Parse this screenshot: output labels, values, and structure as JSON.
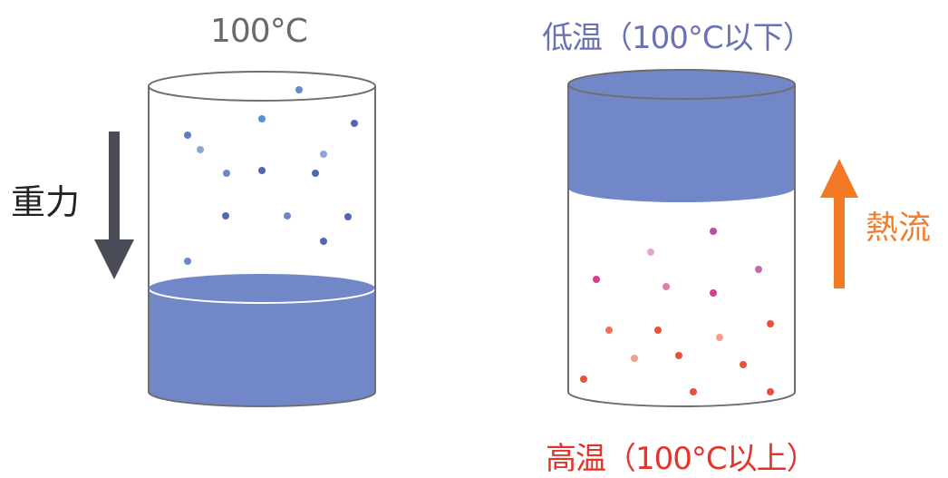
{
  "left_cylinder": {
    "title": "100°C"
  },
  "right_cylinder": {
    "top_label": "低温（100°C以下）",
    "bottom_label": "高温（100°C以上）"
  },
  "arrows": {
    "gravity": {
      "label": "重力",
      "color": "#4a4d57",
      "direction": "down"
    },
    "heat_flow": {
      "label": "熱流",
      "color": "#f27a24",
      "direction": "up"
    }
  },
  "colors": {
    "liquid": "#7287c8",
    "outline": "#6e6e6e",
    "vapor_particles": [
      "#6a86cc",
      "#4f67b4",
      "#8aa6dc",
      "#5a8fd6"
    ],
    "hot_particles": [
      "#e8503c",
      "#f07f5e",
      "#d33f8a",
      "#e07ab0",
      "#c26aa8"
    ]
  }
}
